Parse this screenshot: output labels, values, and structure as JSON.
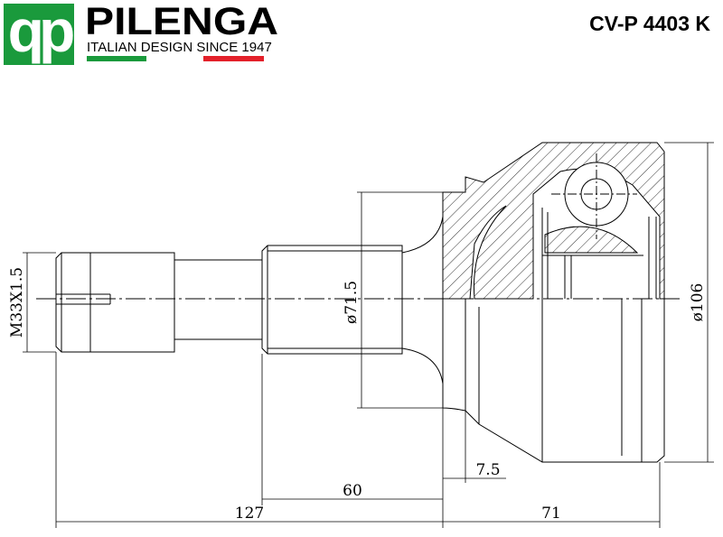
{
  "header": {
    "logo_mark": "qp",
    "brand": "PILENGA",
    "tagline": "ITALIAN DESIGN SINCE 1947",
    "part_number": "CV-P 4403 K"
  },
  "colors": {
    "brand_green": "#1a9a3c",
    "brand_red": "#e3202a",
    "line": "#000000"
  },
  "drawing": {
    "dimensions": {
      "thread": "M33X1.5",
      "spline_diameter": "ø71.5",
      "outer_diameter": "ø106",
      "total_shaft_length": "127",
      "spline_length": "60",
      "flange_offset": "7.5",
      "bell_length": "71"
    }
  }
}
